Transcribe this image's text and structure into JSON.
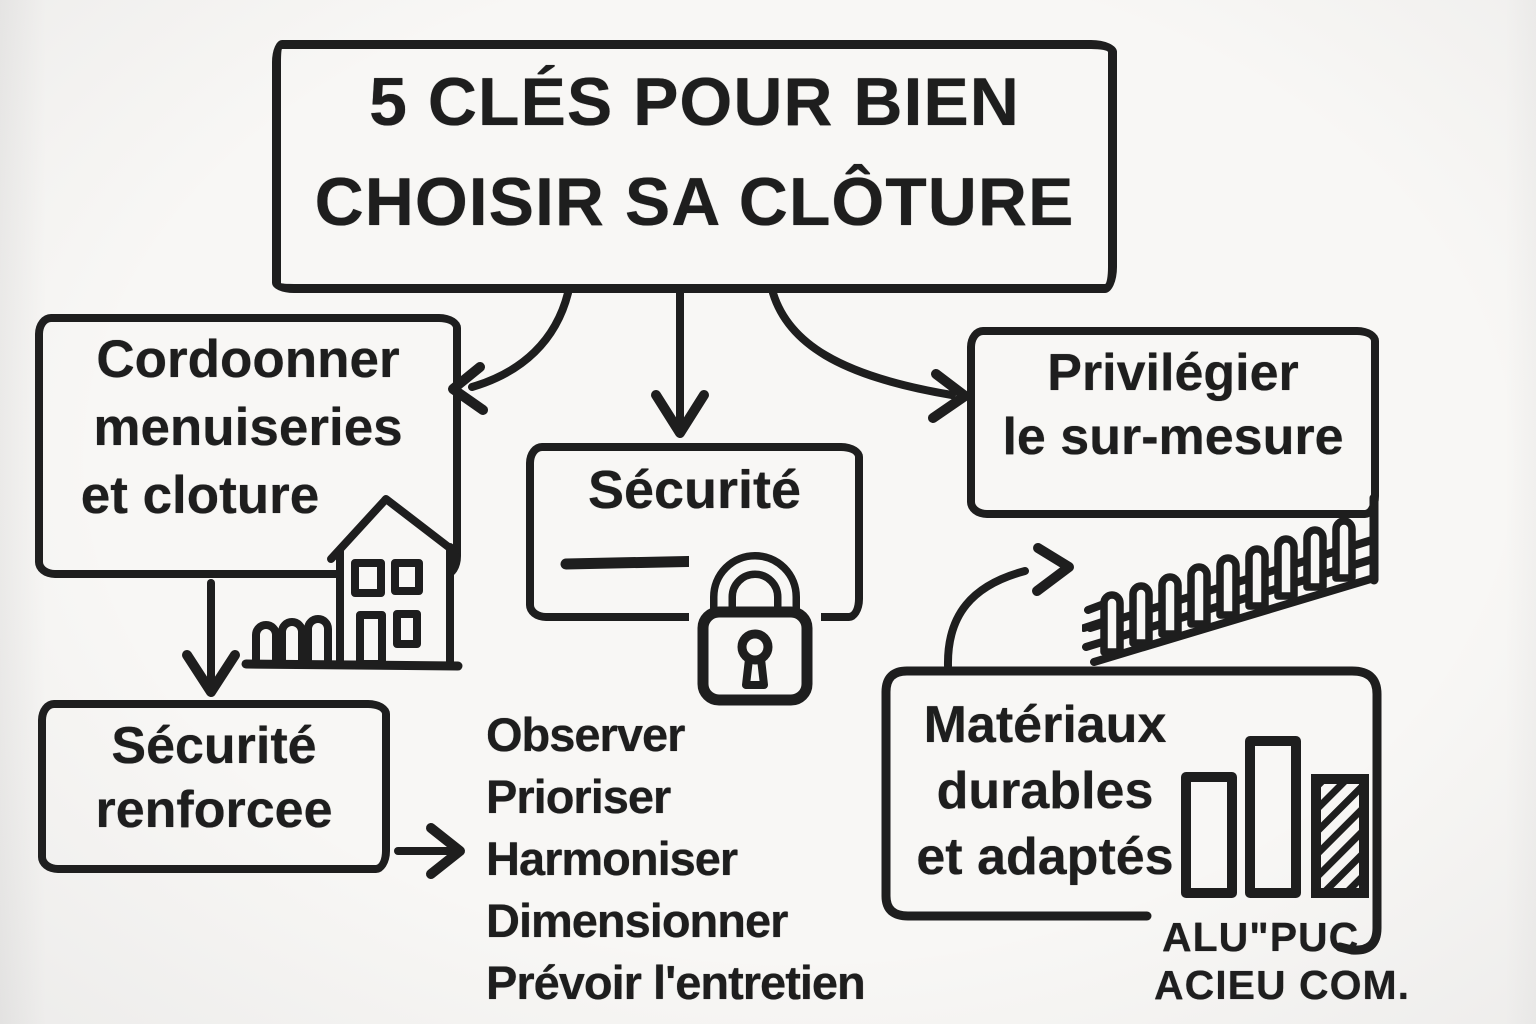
{
  "colors": {
    "ink": "#1e1e1e",
    "paper": "#f8f7f5"
  },
  "title": {
    "line1": "5 CLÉS POUR BIEN",
    "line2": "CHOISIR SA CLÔTURE"
  },
  "boxes": {
    "coordinate": {
      "line1": "Cordoonner",
      "line2": "menuiseries",
      "line3": "et cloture"
    },
    "security": {
      "label": "Sécurité"
    },
    "sur_mesure": {
      "line1": "Privilégier",
      "line2": "le sur-mesure"
    },
    "security_reinforced": {
      "line1": "Sécurité",
      "line2": "renforcee"
    },
    "materials": {
      "line1": "Matériaux",
      "line2": "durables",
      "line3": "et adaptés",
      "caption1": "ALU\"PUC",
      "caption2": "ACIEU COM."
    }
  },
  "checklist": {
    "items": [
      "Observer",
      "Prioriser",
      "Harmoniser",
      "Dimensionner",
      "Prévoir l'entretien"
    ]
  },
  "icons": {
    "house": "house-icon",
    "mini_fence": "mini-fence-icon",
    "padlock": "padlock-icon",
    "picket_fence": "picket-fence-icon",
    "bar_chart": "bar-chart-icon"
  }
}
